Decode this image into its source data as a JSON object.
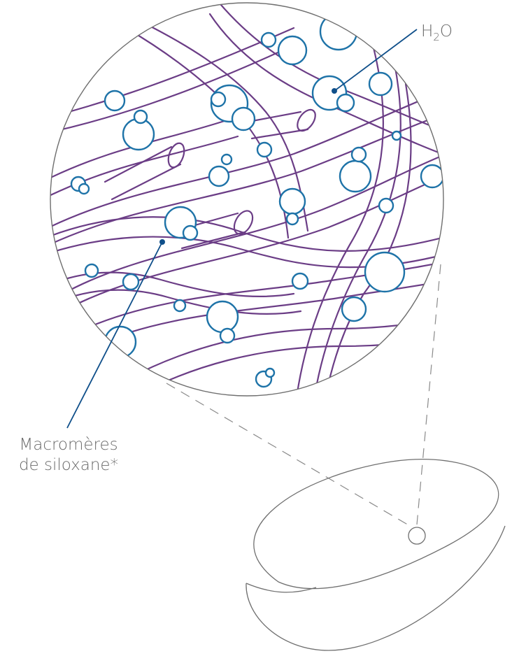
{
  "labels": {
    "water_main": "H",
    "water_sub": "2",
    "water_end": "O",
    "macro_line1": "Macromères",
    "macro_line2": "de siloxane*"
  },
  "colors": {
    "fiber": "#6b3d86",
    "bubble": "#1e73a8",
    "leader": "#0f4f8a",
    "outline": "#6f6f6f",
    "text": "#6b6b6b"
  }
}
